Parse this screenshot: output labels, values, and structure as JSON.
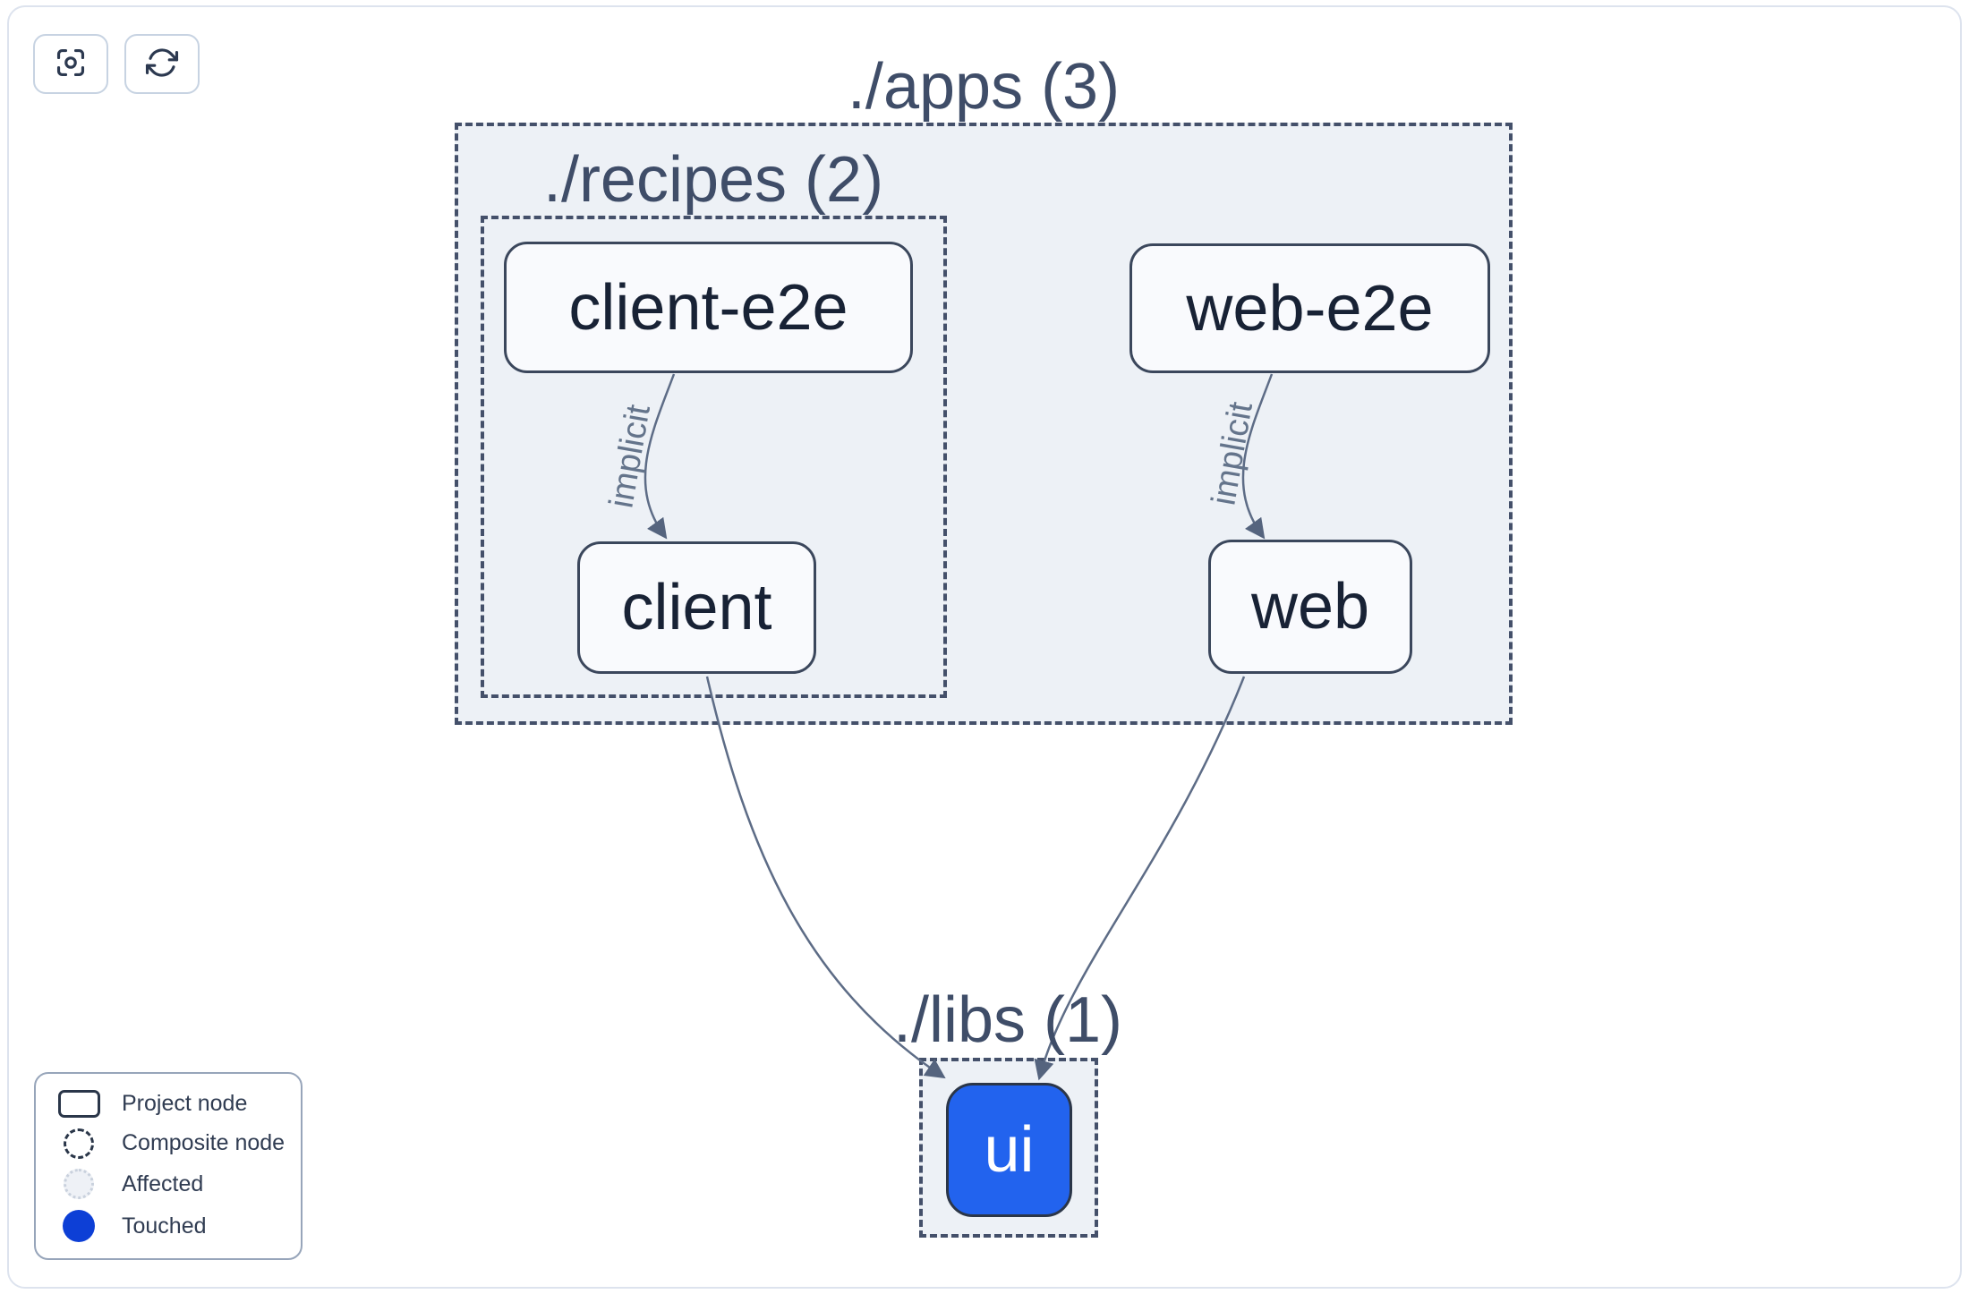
{
  "toolbar": {
    "buttons": [
      {
        "icon": "focus-icon"
      },
      {
        "icon": "refresh-icon"
      }
    ]
  },
  "graph": {
    "groups": [
      {
        "id": "apps",
        "label": "./apps (3)"
      },
      {
        "id": "recipes",
        "label": "./recipes (2)"
      },
      {
        "id": "libs",
        "label": "./libs (1)"
      }
    ],
    "nodes": [
      {
        "id": "client-e2e",
        "label": "client-e2e",
        "group": "recipes",
        "state": "default"
      },
      {
        "id": "client",
        "label": "client",
        "group": "recipes",
        "state": "default"
      },
      {
        "id": "web-e2e",
        "label": "web-e2e",
        "group": "apps",
        "state": "default"
      },
      {
        "id": "web",
        "label": "web",
        "group": "apps",
        "state": "default"
      },
      {
        "id": "ui",
        "label": "ui",
        "group": "libs",
        "state": "touched"
      }
    ],
    "edges": [
      {
        "from": "client-e2e",
        "to": "client",
        "label": "implicit"
      },
      {
        "from": "web-e2e",
        "to": "web",
        "label": "implicit"
      },
      {
        "from": "client",
        "to": "ui",
        "label": ""
      },
      {
        "from": "web",
        "to": "ui",
        "label": ""
      }
    ]
  },
  "legend": {
    "items": [
      {
        "swatch": "project-node",
        "label": "Project node"
      },
      {
        "swatch": "composite-node",
        "label": "Composite node"
      },
      {
        "swatch": "affected",
        "label": "Affected"
      },
      {
        "swatch": "touched",
        "label": "Touched"
      }
    ]
  },
  "colors": {
    "container_fill": "#edf1f6",
    "dashed_border": "#44506a",
    "node_border": "#3b475c",
    "node_fill": "#f9fafd",
    "edge": "#5d6c86",
    "touched_node_fill": "#2263ee",
    "legend_touched": "#0d3fd6",
    "legend_affected": "#eef1f6"
  }
}
